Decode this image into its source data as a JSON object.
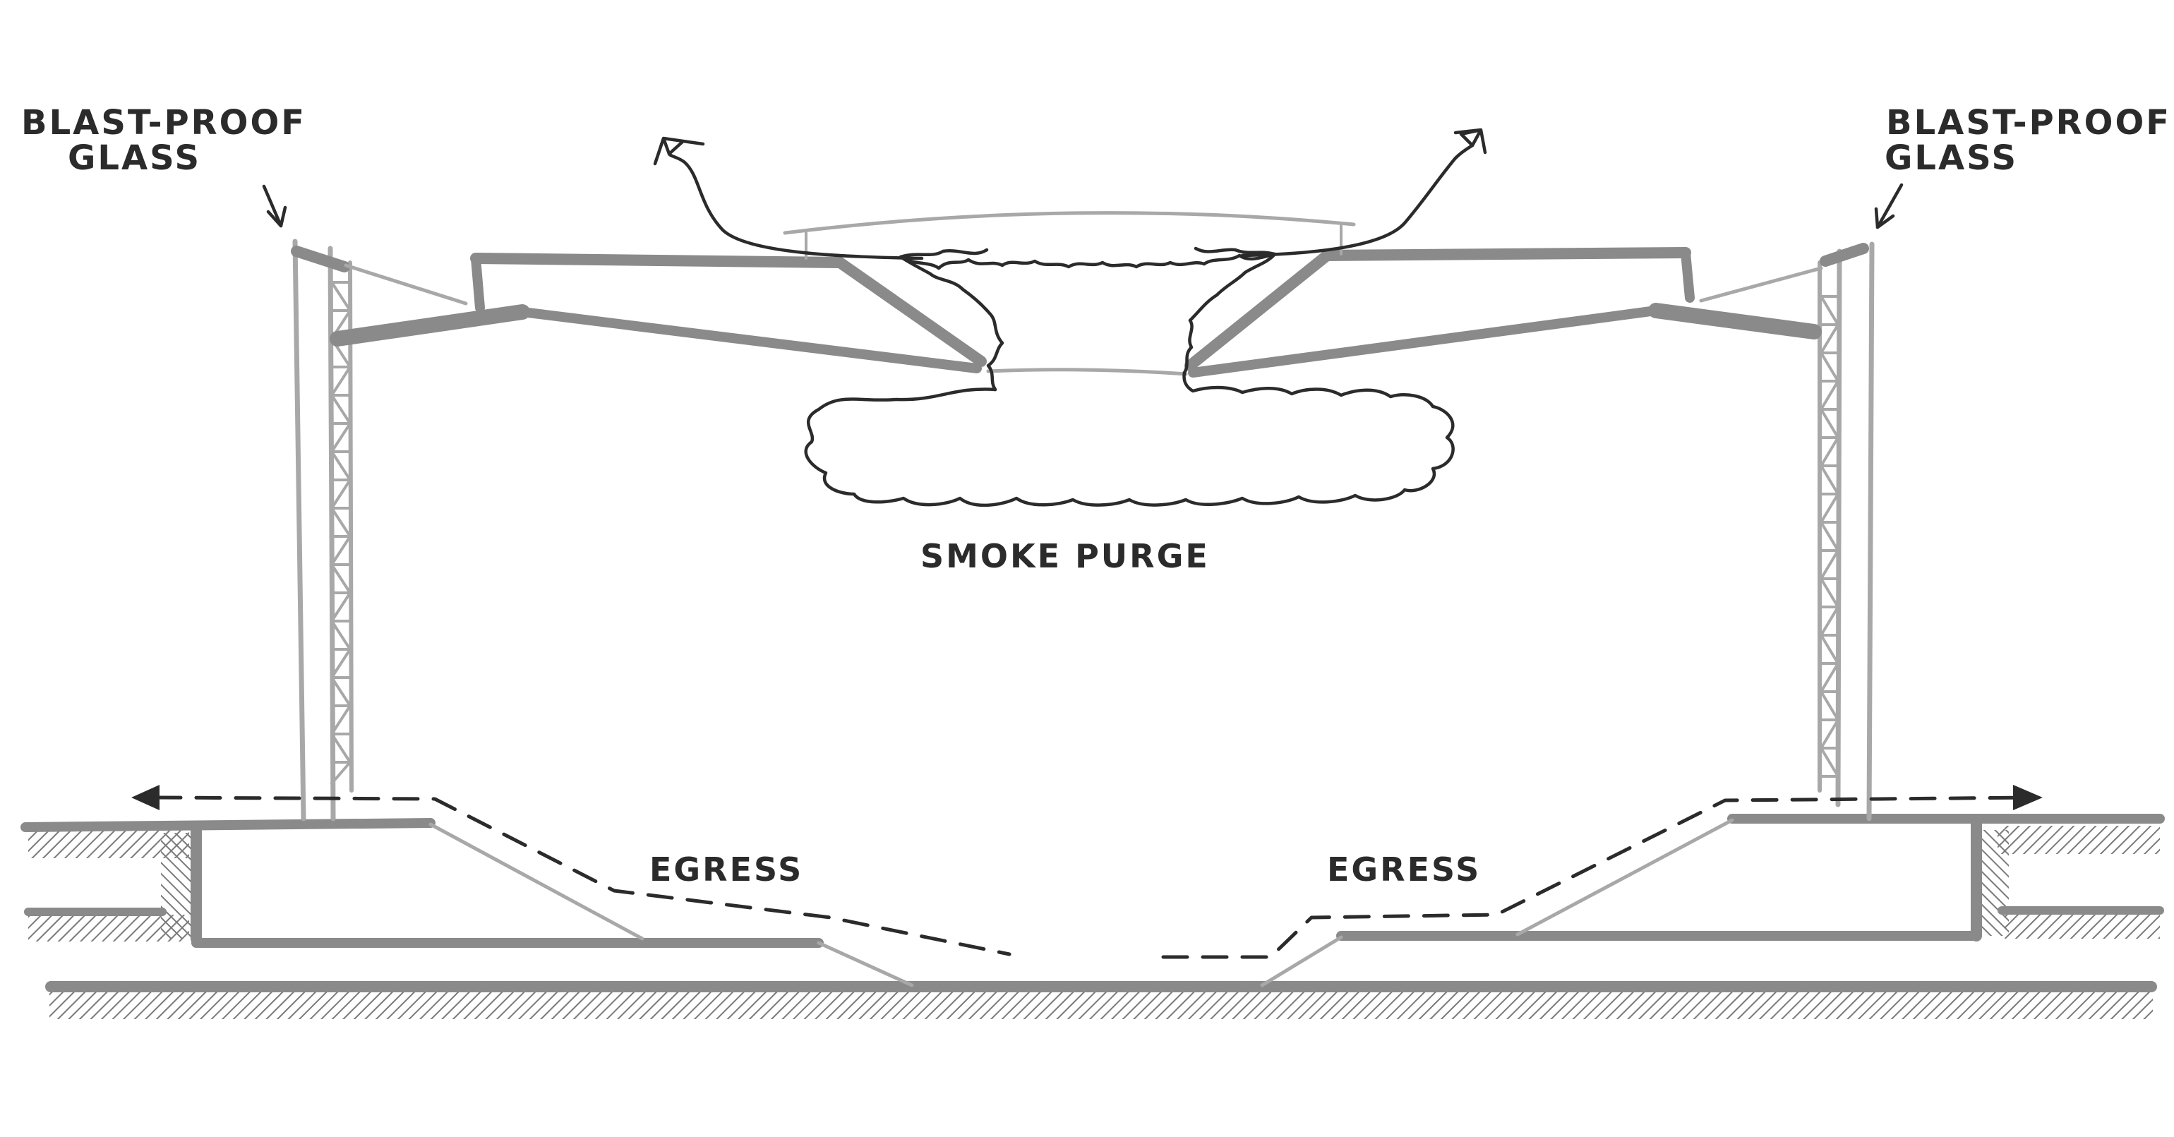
{
  "labels": {
    "glass_left_line1": "BLAST-PROOF",
    "glass_left_line2": "GLASS",
    "glass_right_line1": "BLAST-PROOF",
    "glass_right_line2": "GLASS",
    "smoke": "SMOKE PURGE",
    "egress_left": "EGRESS",
    "egress_right": "EGRESS"
  },
  "colors": {
    "ink": "#2b2b2b",
    "marker_gray": "#8a8a8a",
    "light_gray": "#a8a8a8",
    "paper": "#ffffff"
  }
}
